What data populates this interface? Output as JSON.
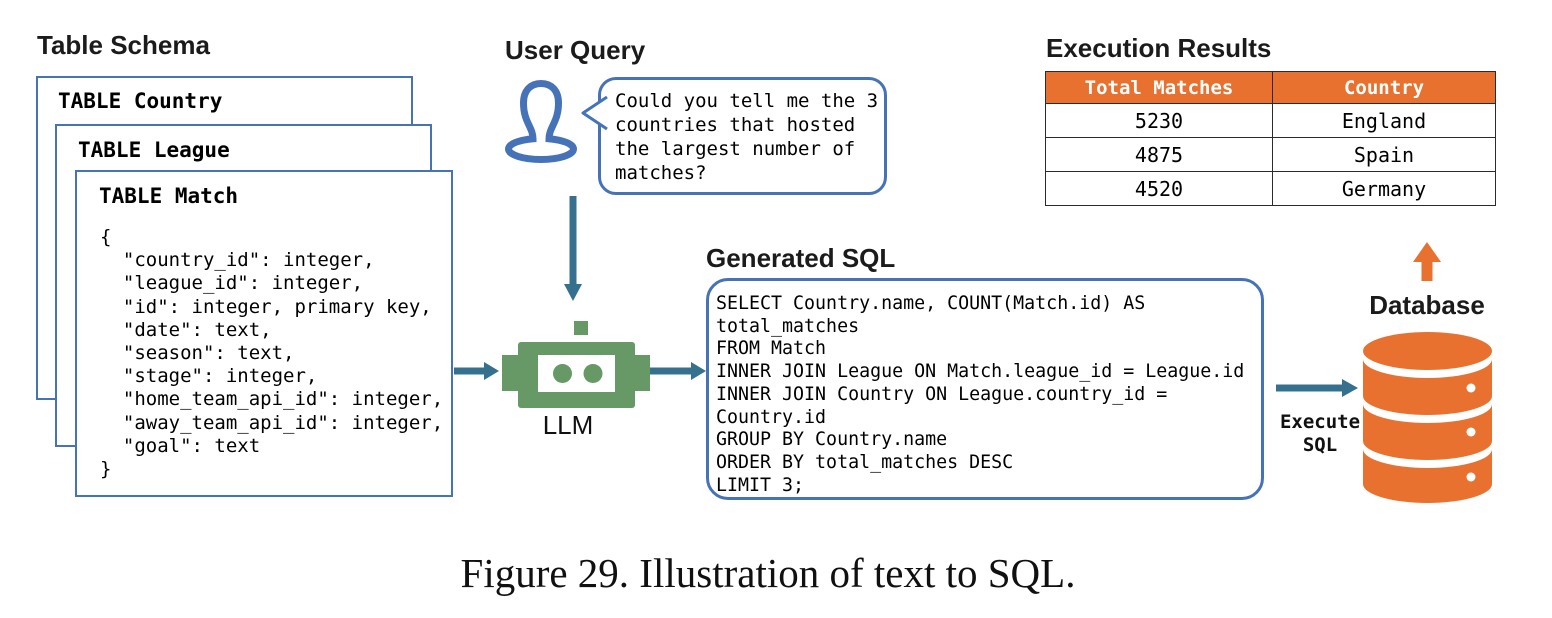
{
  "table_schema": {
    "heading": "Table Schema",
    "cards": [
      {
        "title": "TABLE Country"
      },
      {
        "title": "TABLE League"
      },
      {
        "title": "TABLE Match",
        "body": "{\n  \"country_id\": integer,\n  \"league_id\": integer,\n  \"id\": integer, primary key,\n  \"date\": text,\n  \"season\": text,\n  \"stage\": integer,\n  \"home_team_api_id\": integer,\n  \"away_team_api_id\": integer,\n  \"goal\": text\n}"
      }
    ]
  },
  "user_query": {
    "heading": "User Query",
    "bubble_text": "Could you tell me the 3\ncountries that hosted\nthe largest number of\nmatches?"
  },
  "llm": {
    "label": "LLM"
  },
  "generated_sql": {
    "heading": "Generated SQL",
    "sql": "SELECT Country.name, COUNT(Match.id) AS\ntotal_matches\nFROM Match\nINNER JOIN League ON Match.league_id = League.id\nINNER JOIN Country ON League.country_id =\nCountry.id\nGROUP BY Country.name\nORDER BY total_matches DESC\nLIMIT 3;"
  },
  "execution_results": {
    "heading": "Execution Results",
    "columns": [
      "Total Matches",
      "Country"
    ],
    "rows": [
      [
        "5230",
        "England"
      ],
      [
        "4875",
        "Spain"
      ],
      [
        "4520",
        "Germany"
      ]
    ]
  },
  "database": {
    "label": "Database",
    "execute_label": "Execute\nSQL"
  },
  "caption": "Figure 29. Illustration of text to SQL.",
  "colors": {
    "blue": "#4673B8",
    "arrow_teal": "#35708F",
    "robot_green": "#669966",
    "orange": "#E8712F"
  }
}
